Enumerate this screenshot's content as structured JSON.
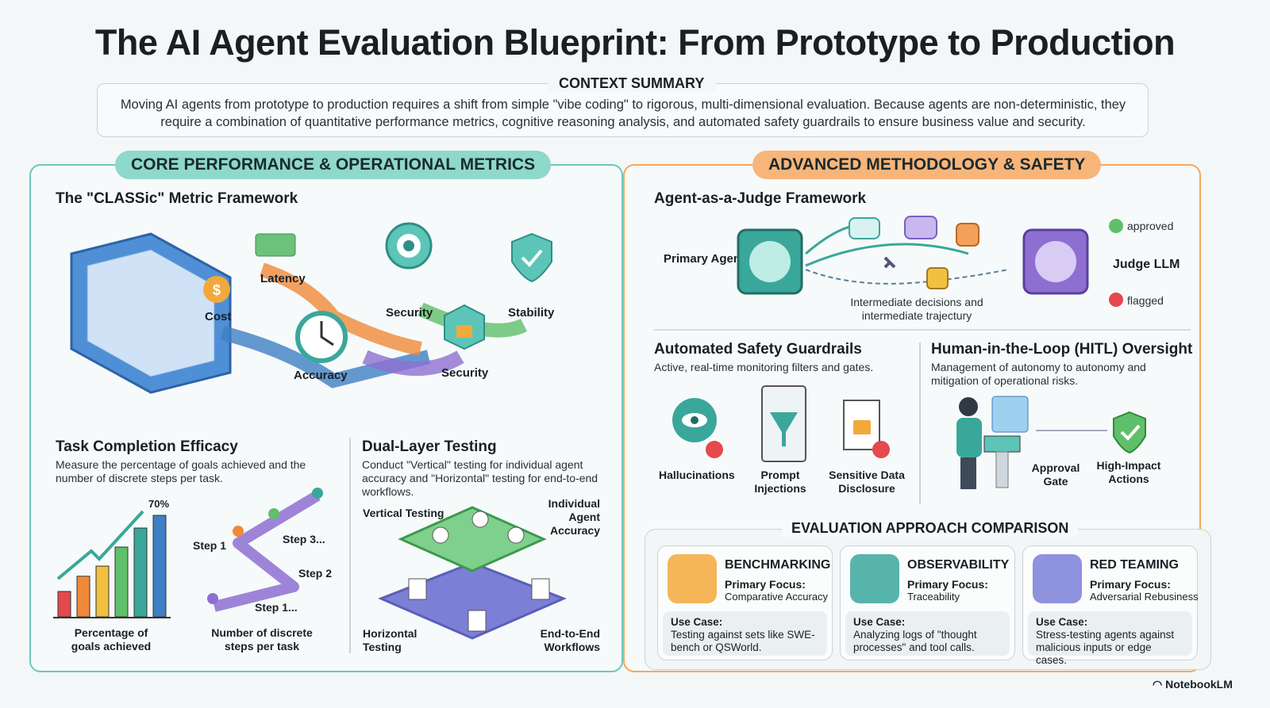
{
  "title": "The AI Agent Evaluation Blueprint: From Prototype to Production",
  "context": {
    "heading": "CONTEXT SUMMARY",
    "body": "Moving AI agents from prototype to production requires a shift from simple \"vibe coding\" to rigorous, multi-dimensional evaluation. Because agents are non-deterministic, they require a combination of quantitative performance metrics, cognitive reasoning analysis, and automated safety guardrails to ensure business value and security."
  },
  "left": {
    "heading": "CORE PERFORMANCE & OPERATIONAL METRICS",
    "classic": {
      "title": "The \"CLASSic\" Metric Framework",
      "labels": {
        "cost": "Cost",
        "latency": "Latency",
        "accuracy": "Accuracy",
        "security1": "Security",
        "security2": "Security",
        "stability": "Stability"
      }
    },
    "task": {
      "title": "Task Completion Efficacy",
      "desc": "Measure the percentage of goals achieved and the number of discrete steps per task.",
      "percent": "70%",
      "bar_values": [
        20,
        32,
        40,
        55,
        70,
        80
      ],
      "chart_label": "Percentage of goals achieved",
      "steps": [
        "Step 1",
        "Step 3...",
        "Step 2",
        "Step 1..."
      ],
      "steps_label": "Number of discrete steps per task"
    },
    "dual": {
      "title": "Dual-Layer Testing",
      "desc": "Conduct \"Vertical\" testing for individual agent accuracy and \"Horizontal\" testing for end-to-end workflows.",
      "vertical": "Vertical Testing",
      "individual": "Individual Agent Accuracy",
      "horizontal": "Horizontal Testing",
      "e2e": "End-to-End Workflows"
    }
  },
  "right": {
    "heading": "ADVANCED METHODOLOGY & SAFETY",
    "judge": {
      "title": "Agent-as-a-Judge Framework",
      "primary": "Primary Agent",
      "judge": "Judge LLM",
      "approved": "approved",
      "flagged": "flagged",
      "caption": "Intermediate decisions and intermediate trajectury"
    },
    "guardrails": {
      "title": "Automated Safety Guardrails",
      "desc": "Active, real-time monitoring filters and gates.",
      "items": [
        "Hallucinations",
        "Prompt Injections",
        "Sensitive Data Disclosure"
      ]
    },
    "hitl": {
      "title": "Human-in-the-Loop (HITL) Oversight",
      "desc": "Management of autonomy to autonomy and mitigation of operational risks.",
      "gate": "Approval Gate",
      "actions": "High-Impact Actions"
    },
    "comparison": {
      "heading": "EVALUATION APPROACH COMPARISON",
      "cards": [
        {
          "title": "BENCHMARKING",
          "focus_label": "Primary Focus:",
          "focus": "Comparative Accuracy",
          "use_label": "Use Case:",
          "use": "Testing against sets like SWE-bench or QSWorld."
        },
        {
          "title": "OBSERVABILITY",
          "focus_label": "Primary Focus:",
          "focus": "Traceability",
          "use_label": "Use Case:",
          "use": "Analyzing logs of \"thought processes\" and tool calls."
        },
        {
          "title": "RED TEAMING",
          "focus_label": "Primary Focus:",
          "focus": "Adversarial Rebusiness",
          "use_label": "Use Case:",
          "use": "Stress-testing agents against malicious inputs or edge cases."
        }
      ]
    }
  },
  "brand": "NotebookLM",
  "colors": {
    "teal": "#5cc5b8",
    "orange": "#f4a05a",
    "purple": "#8e6fd1",
    "blue": "#3f7fc4",
    "green": "#5fbf6a",
    "red": "#e5484d"
  }
}
